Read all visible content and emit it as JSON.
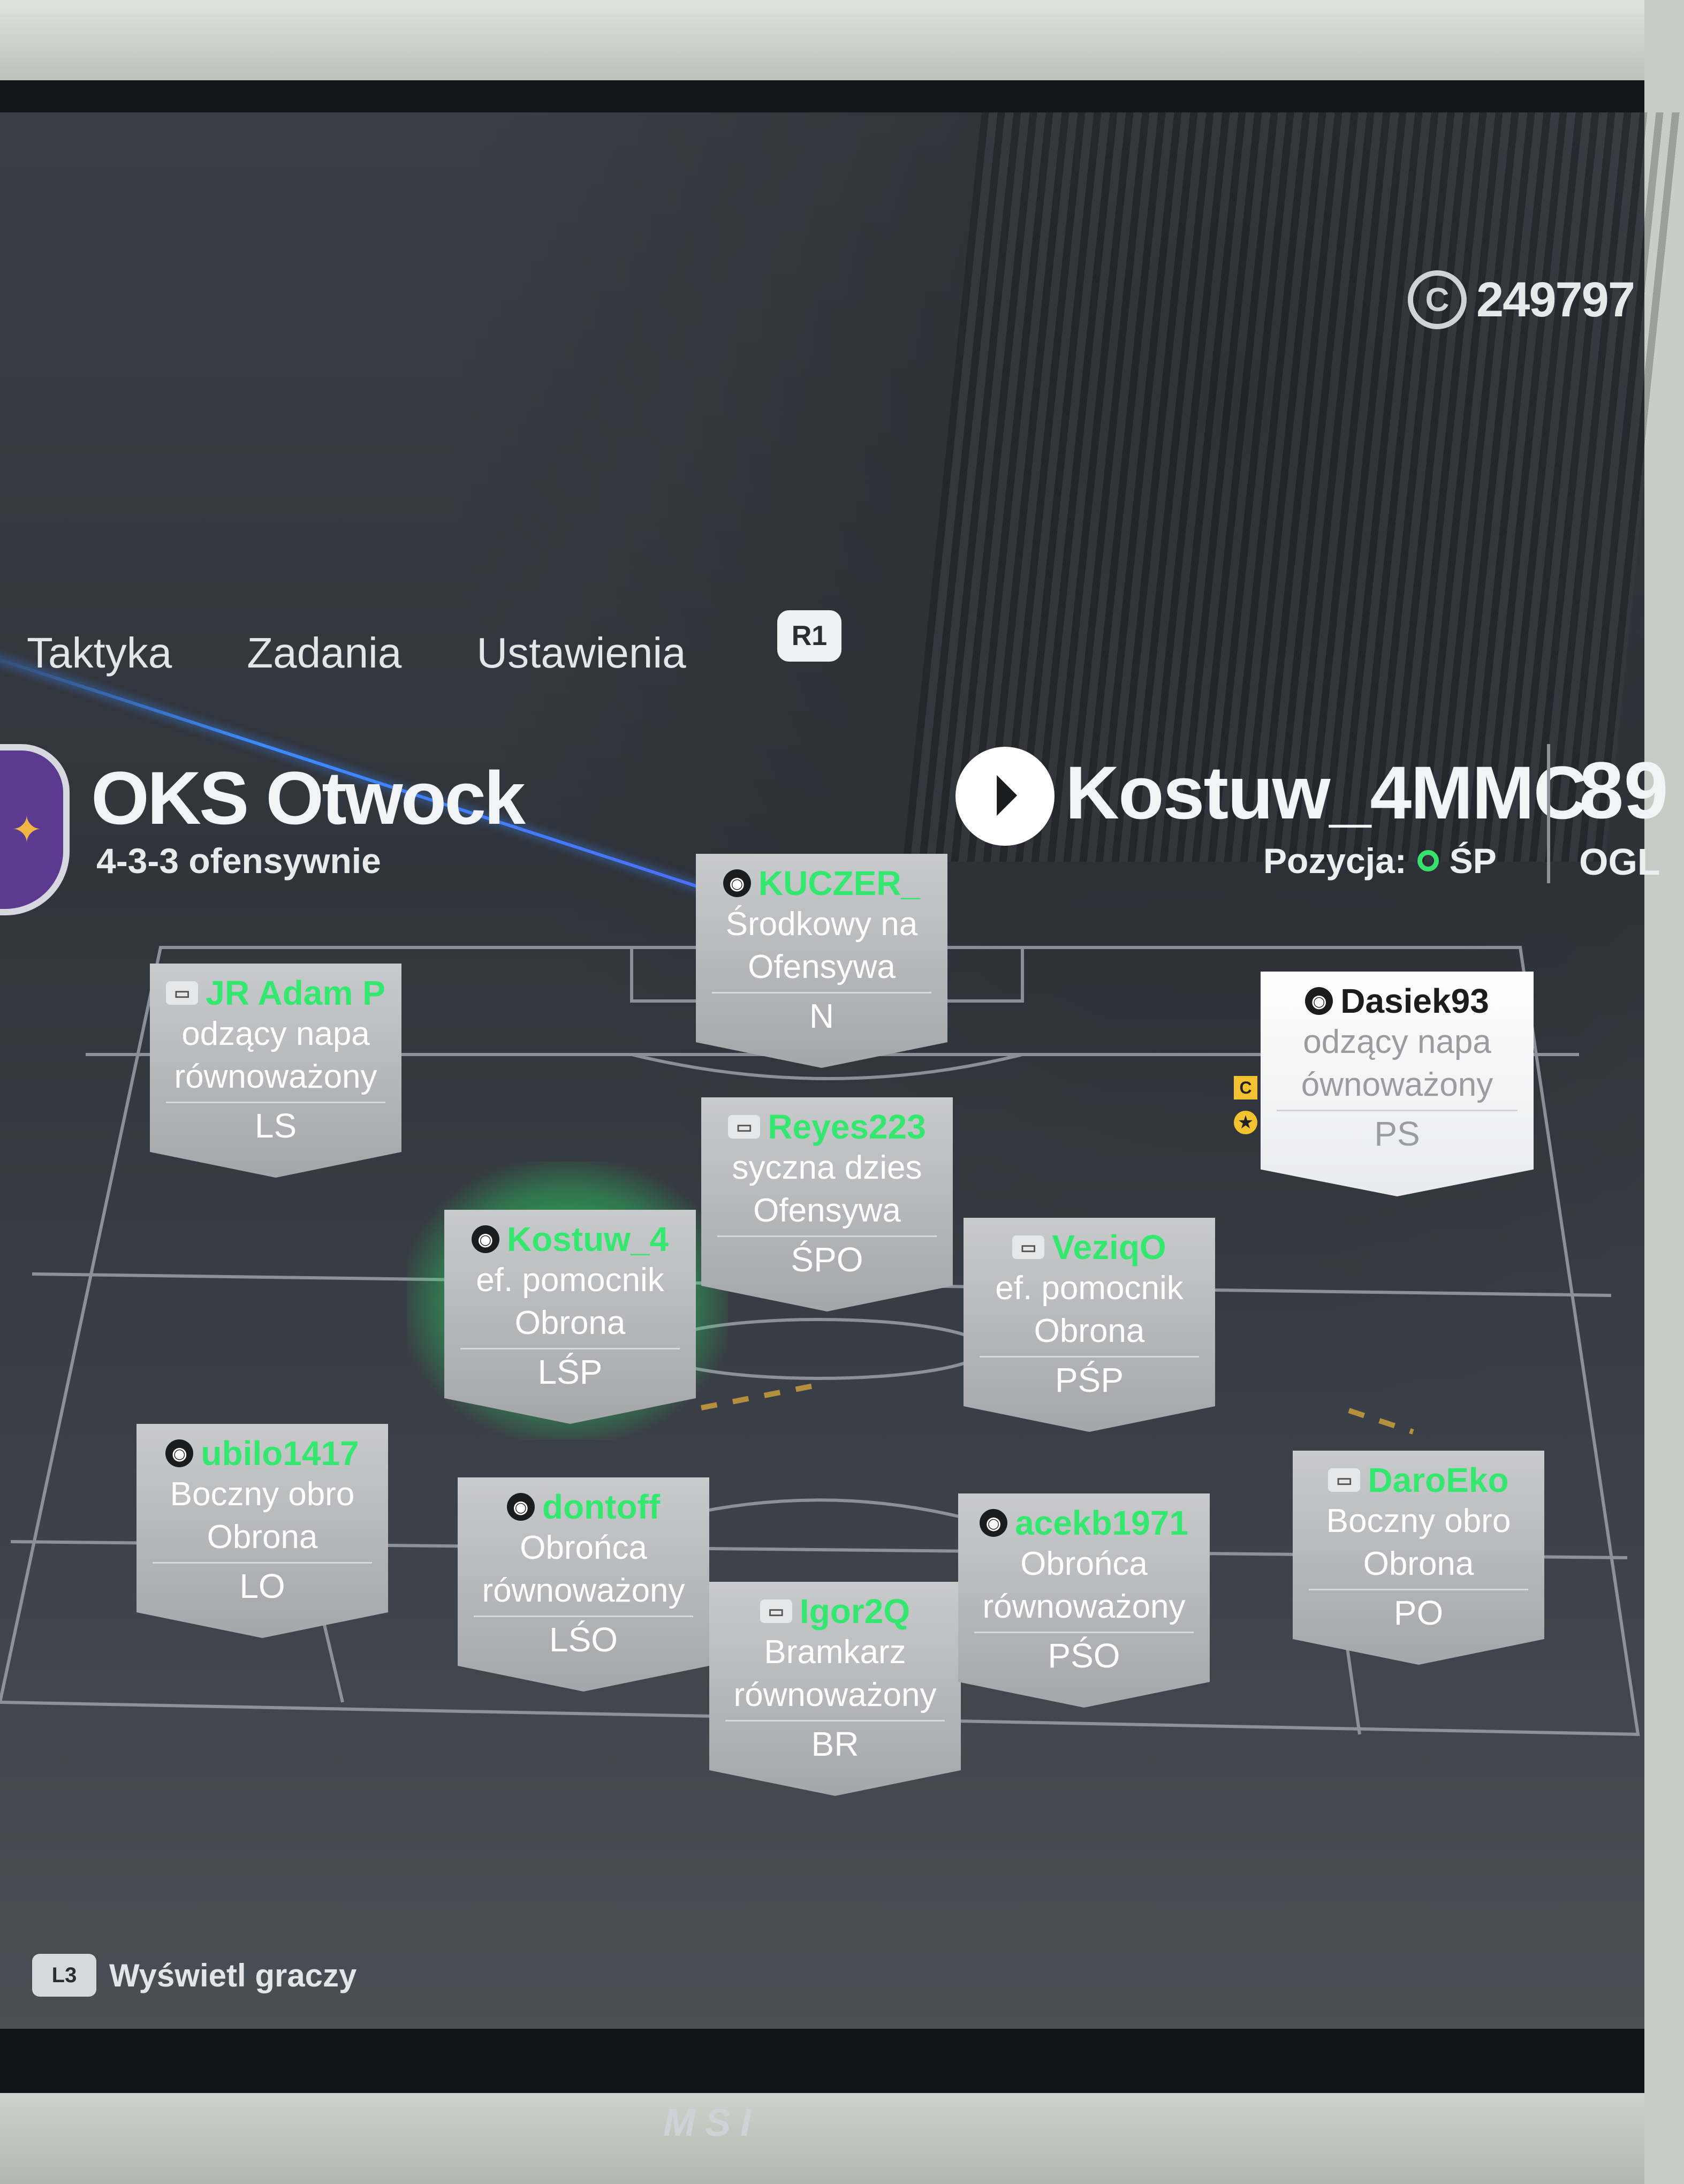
{
  "header": {
    "coins_value": "249797",
    "coin_icon": "coin-c-icon",
    "tabs": [
      {
        "label": "Taktyka"
      },
      {
        "label": "Zadania"
      },
      {
        "label": "Ustawienia"
      }
    ],
    "r1_badge": "R1"
  },
  "club": {
    "name": "OKS Otwock",
    "formation": "4-3-3 ofensywnie",
    "crest_icon": "lion-crest-icon"
  },
  "player": {
    "name": "Kostuw_4MMC",
    "position_label": "Pozycja:",
    "position_value": "ŚP",
    "rating": "89",
    "rating_label": "OGL"
  },
  "lineup": [
    {
      "name": "KUCZER_",
      "line1": "Środkowy na",
      "line2": "Ofensywa",
      "pos": "N",
      "icon": "playstation-icon"
    },
    {
      "name": "JR Adam P",
      "line1": "odzący napa",
      "line2": "równoważony",
      "pos": "LS",
      "icon": "controller-icon"
    },
    {
      "name": "Dasiek93",
      "line1": "odzący napa",
      "line2": "ównoważony",
      "pos": "PS",
      "icon": "playstation-icon"
    },
    {
      "name": "Reyes223",
      "line1": "syczna dzies",
      "line2": "Ofensywa",
      "pos": "ŚPO",
      "icon": "controller-icon"
    },
    {
      "name": "Kostuw_4",
      "line1": "ef. pomocnik",
      "line2": "Obrona",
      "pos": "LŚP",
      "icon": "playstation-icon"
    },
    {
      "name": "VeziqO",
      "line1": "ef. pomocnik",
      "line2": "Obrona",
      "pos": "PŚP",
      "icon": "controller-icon"
    },
    {
      "name": "ubilo1417",
      "line1": "Boczny obro",
      "line2": "Obrona",
      "pos": "LO",
      "icon": "playstation-icon"
    },
    {
      "name": "dontoff",
      "line1": "Obrońca",
      "line2": "równoważony",
      "pos": "LŚO",
      "icon": "playstation-icon"
    },
    {
      "name": "Igor2Q",
      "line1": "Bramkarz",
      "line2": "równoważony",
      "pos": "BR",
      "icon": "controller-icon"
    },
    {
      "name": "acekb1971",
      "line1": "Obrońca",
      "line2": "równoważony",
      "pos": "PŚO",
      "icon": "playstation-icon"
    },
    {
      "name": "DaroEko",
      "line1": "Boczny obro",
      "line2": "Obrona",
      "pos": "PO",
      "icon": "controller-icon"
    }
  ],
  "badges": {
    "captain": "C",
    "star": "★"
  },
  "footer": {
    "button": "L3",
    "label": "Wyświetl graczy"
  },
  "monitor_brand": "MSI",
  "colors": {
    "accent_green": "#34e86f",
    "highlight_card": "#ffffff",
    "card_grey": "#b6b8ba",
    "beam_blue": "#3b8cff"
  }
}
